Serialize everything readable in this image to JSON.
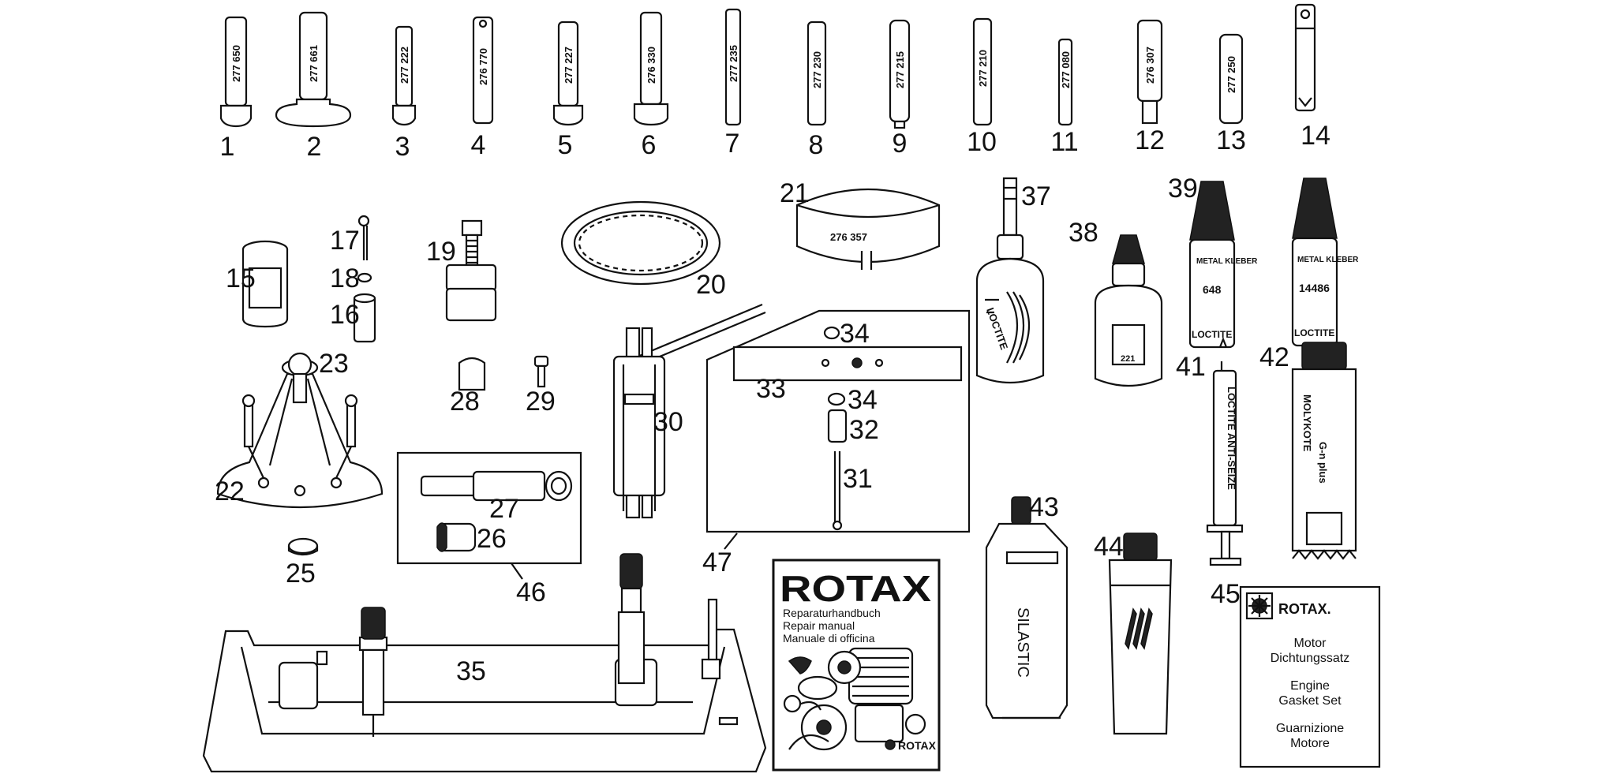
{
  "labels": {
    "p1": "1",
    "p2": "2",
    "p3": "3",
    "p4": "4",
    "p5": "5",
    "p6": "6",
    "p7": "7",
    "p8": "8",
    "p9": "9",
    "p10": "10",
    "p11": "11",
    "p12": "12",
    "p13": "13",
    "p14": "14",
    "p15": "15",
    "p16": "16",
    "p17": "17",
    "p18": "18",
    "p19": "19",
    "p20": "20",
    "p21": "21",
    "p22": "22",
    "p23": "23",
    "p25": "25",
    "p26": "26",
    "p27": "27",
    "p28": "28",
    "p29": "29",
    "p30": "30",
    "p31": "31",
    "p32": "32",
    "p33": "33",
    "p34a": "34",
    "p34b": "34",
    "p35": "35",
    "p37": "37",
    "p38": "38",
    "p39": "39",
    "p41": "41",
    "p42": "42",
    "p43": "43",
    "p44": "44",
    "p45": "45",
    "p46": "46",
    "p47": "47"
  },
  "pin_codes": {
    "c1": "277 650",
    "c2": "277 661",
    "c3": "277 222",
    "c4": "276 770",
    "c5": "277 227",
    "c6": "276 330",
    "c7": "277 235",
    "c8": "277 230",
    "c9": "277 215",
    "c10": "277 210",
    "c11": "277 080",
    "c12": "276 307",
    "c13": "277 250",
    "c21": "276 357"
  },
  "manual": {
    "brand": "ROTAX",
    "line1": "Reparaturhandbuch",
    "line2": "Repair manual",
    "line3": "Manuale di officina",
    "logo": "ROTAX"
  },
  "gasket_set": {
    "brand": "ROTAX.",
    "de_1": "Motor",
    "de_2": "Dichtungssatz",
    "en_1": "Engine",
    "en_2": "Gasket Set",
    "it_1": "Guarnizione",
    "it_2": "Motore"
  },
  "products": {
    "silastic": "SILASTIC",
    "molykote": "MOLYKOTE",
    "g_plus": "G-n plus",
    "loctite_39": "LOCTITE",
    "metal_39": "METAL KLEBER",
    "num_39": "648",
    "loctite_40": "LOCTITE",
    "metal_40": "METAL KLEBER",
    "num_40": "14486",
    "loctite_37": "LOCTITE",
    "num_38": "221",
    "loctite_41": "LOCTITE ANTI-SEIZE"
  }
}
